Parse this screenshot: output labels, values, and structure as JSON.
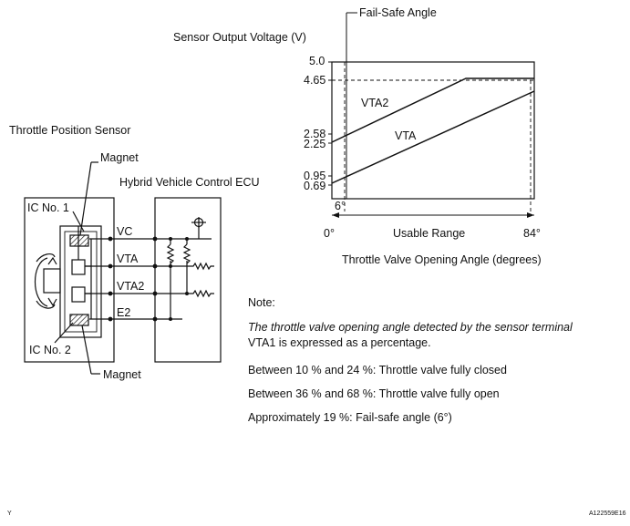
{
  "left_diagram": {
    "title": "Throttle Position Sensor",
    "magnet_top": "Magnet",
    "magnet_bottom": "Magnet",
    "ecu_label": "Hybrid Vehicle Control ECU",
    "ic1": "IC No. 1",
    "ic2": "IC No. 2",
    "terminals": [
      "VC",
      "VTA",
      "VTA2",
      "E2"
    ]
  },
  "graph": {
    "ylabel": "Sensor Output Voltage (V)",
    "failsafe_label": "Fail-Safe Angle",
    "y_ticks": [
      "5.0",
      "4.65",
      "2.58",
      "2.25",
      "0.95",
      "0.69"
    ],
    "vta2_label": "VTA2",
    "vta_label": "VTA",
    "angle_6": "6°",
    "usable_range": "Usable Range",
    "x_ticks": [
      "0°",
      "84°"
    ],
    "xlabel": "Throttle Valve Opening Angle (degrees)"
  },
  "notes": {
    "heading": "Note:",
    "line1": "The throttle valve opening angle detected by the sensor terminal",
    "line2": "VTA1 is expressed as a percentage.",
    "item1": "Between 10 % and 24 %: Throttle valve fully closed",
    "item2": "Between 36 % and 68 %: Throttle valve fully open",
    "item3": "Approximately 19 %: Fail-safe angle (6°)"
  },
  "footer": {
    "left_mark": "Y",
    "code": "A122559E16"
  }
}
